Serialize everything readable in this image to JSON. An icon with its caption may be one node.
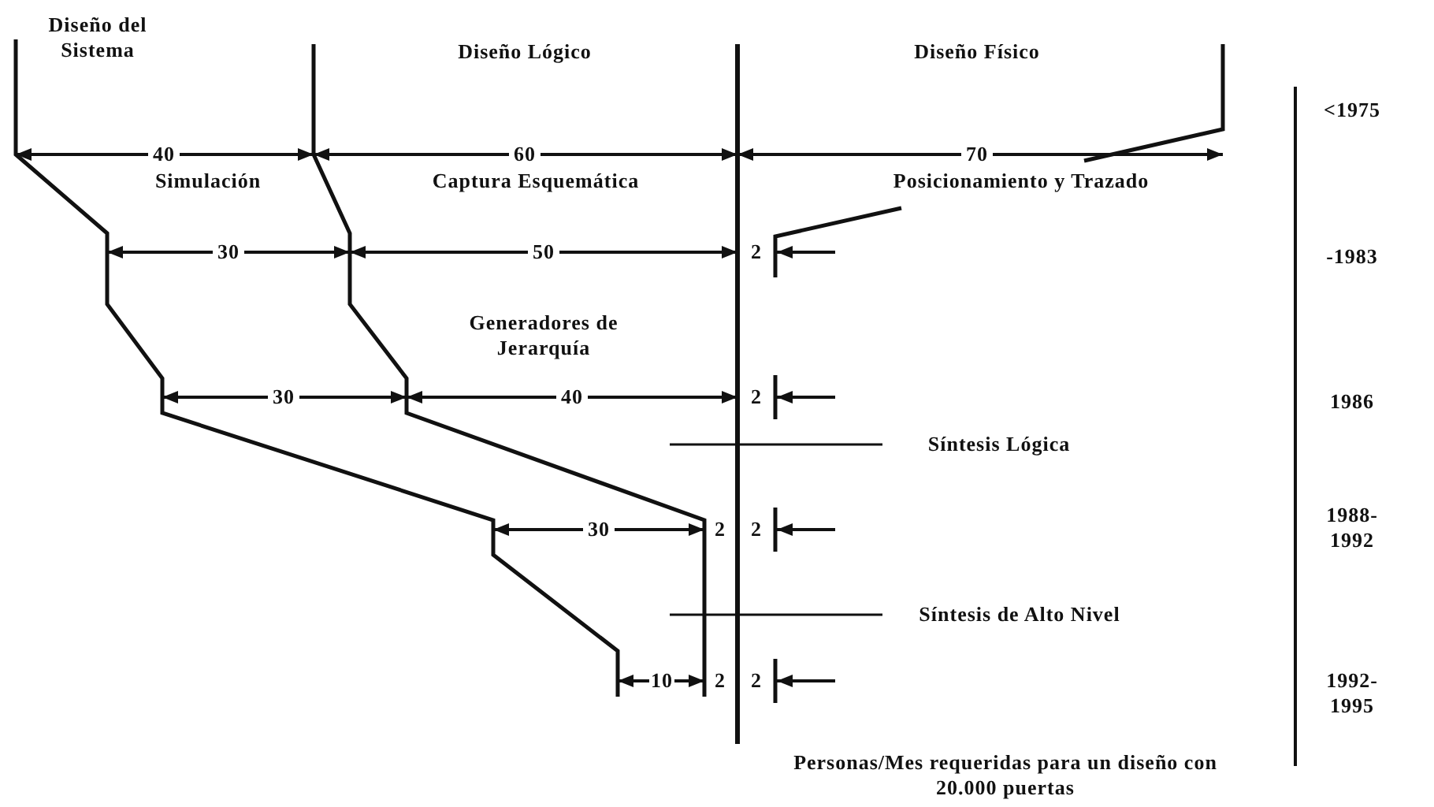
{
  "diagram": {
    "caption": "Personas/Mes requeridas para un diseño con 20.000 puertas",
    "labels": [
      "Diseño del Sistema",
      "Diseño Lógico",
      "Diseño Físico",
      "40",
      "60",
      "70",
      "<1975",
      "Simulación",
      "Captura Esquemática",
      "Posicionamiento y Trazado",
      "30",
      "50",
      "2",
      "-1983",
      "Generadores de Jerarquía",
      "30",
      "40",
      "2",
      "1986",
      "Síntesis Lógica",
      "30",
      "2",
      "2",
      "1988- 1992",
      "Síntesis de Alto Nivel",
      "10",
      "2",
      "2",
      "1992- 1995"
    ]
  }
}
